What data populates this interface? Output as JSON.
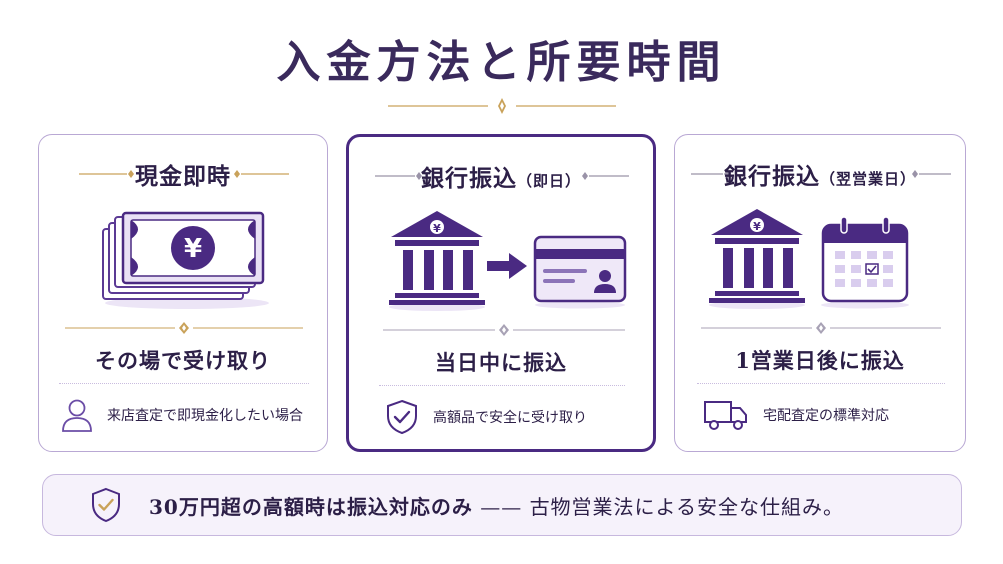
{
  "title": "入金方法と所要時間",
  "colors": {
    "primary": "#4a2a82",
    "accent_gold": "#c9a25a",
    "soft": "#ece5f6"
  },
  "cards": [
    {
      "title": "現金即時",
      "subtitle": "",
      "main": "その場で受け取り",
      "note": "来店査定で即現金化したい場合",
      "icons": [
        "yen-banknote-icon",
        "user-icon"
      ]
    },
    {
      "title": "銀行振込",
      "subtitle": "（即日）",
      "main": "当日中に振込",
      "note": "高額品で安全に受け取り",
      "icons": [
        "bank-icon",
        "arrow-right-icon",
        "bank-card-icon",
        "shield-check-icon"
      ],
      "bank_symbol": "¥"
    },
    {
      "title": "銀行振込",
      "subtitle": "（翌営業日）",
      "main": "1営業日後に振込",
      "note": "宅配査定の標準対応",
      "icons": [
        "bank-icon",
        "calendar-icon",
        "delivery-truck-icon"
      ],
      "bank_symbol": "¥"
    }
  ],
  "banknote_symbol": "¥",
  "banner": {
    "lead": "30万円超の高額時は振込対応のみ",
    "dash": " —— ",
    "rest": "古物営業法による安全な仕組み。",
    "icon": "shield-check-icon"
  }
}
